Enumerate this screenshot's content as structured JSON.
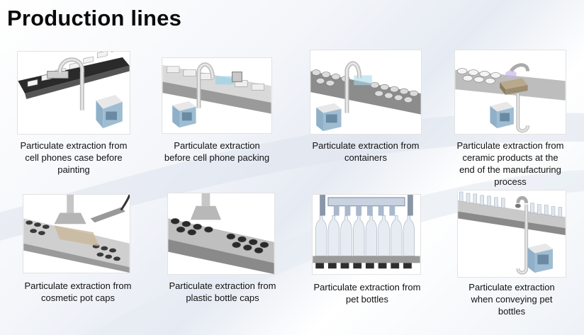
{
  "page": {
    "title": "Production lines"
  },
  "items": [
    {
      "caption": "Particulate extraction from\ncell phones case before\npainting"
    },
    {
      "caption": "Particulate extraction\nbefore cell phone packing"
    },
    {
      "caption": "Particulate extraction from\ncontainers"
    },
    {
      "caption": "Particulate extraction from\nceramic products at the\nend of the manufacturing\nprocess"
    },
    {
      "caption": "Particulate extraction from\ncosmetic pot caps"
    },
    {
      "caption": "Particulate extraction from\nplastic bottle caps"
    },
    {
      "caption": "Particulate extraction from\npet bottles"
    },
    {
      "caption": "Particulate extraction\nwhen conveying pet\nbottles"
    }
  ]
}
